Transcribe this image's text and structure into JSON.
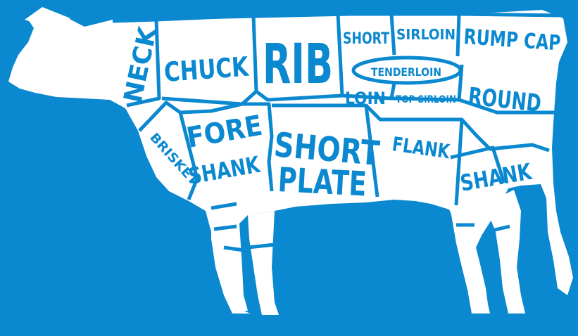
{
  "colors": {
    "background": "#0a88d0",
    "silhouette": "#ffffff",
    "label": "#0a88d0"
  },
  "cuts": {
    "neck": "NECK",
    "chuck": "CHUCK",
    "rib": "RIB",
    "short_loin_top": "SHORT",
    "short_loin_bottom": "LOIN",
    "sirloin": "SIRLOIN",
    "tenderloin": "TENDERLOIN",
    "top_sirloin": "TOP SIRLOIN",
    "rump_cap": "RUMP CAP",
    "round": "ROUND",
    "brisket": "BRISKET",
    "fore_shank_top": "FORE",
    "fore_shank_bottom": "SHANK",
    "short_plate_top": "SHORT",
    "short_plate_bottom": "PLATE",
    "flank": "FLANK",
    "shank": "SHANK"
  }
}
